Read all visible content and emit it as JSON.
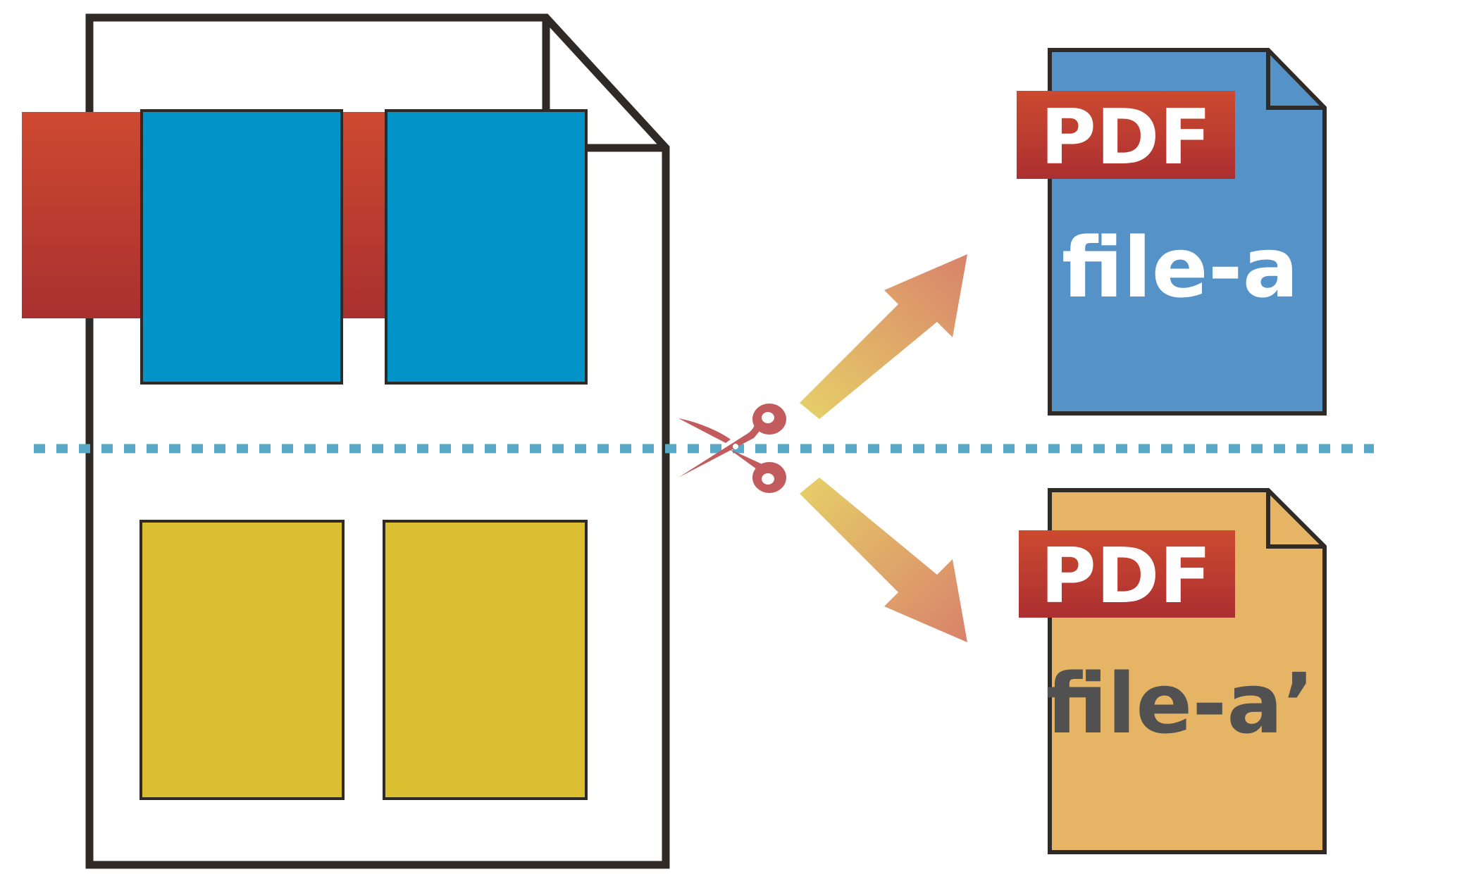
{
  "output_files": [
    {
      "badge": "PDF",
      "name": "file-a",
      "page_color": "#5592c8",
      "name_color": "#ffffff"
    },
    {
      "badge": "PDF",
      "name": "file-a’",
      "page_color": "#e5b565",
      "name_color": "#515151"
    }
  ],
  "icons": {
    "cut_tool": "scissors-icon",
    "split_arrows": "arrow-up-right-icon, arrow-down-right-icon"
  },
  "colors": {
    "outline": "#2f2a26",
    "band_red_top": "#cd4930",
    "band_red_bottom": "#aa3030",
    "top_blocks_blue": "#0293c8",
    "bottom_blocks_yellow": "#dcbf30",
    "cut_line": "#5aa8c7",
    "scissors": "#c25b5e",
    "arrow_light": "#e6cd68",
    "arrow_dark": "#d9856a",
    "badge_red_top": "#cc4a30",
    "badge_red_bottom": "#ac2f31"
  }
}
